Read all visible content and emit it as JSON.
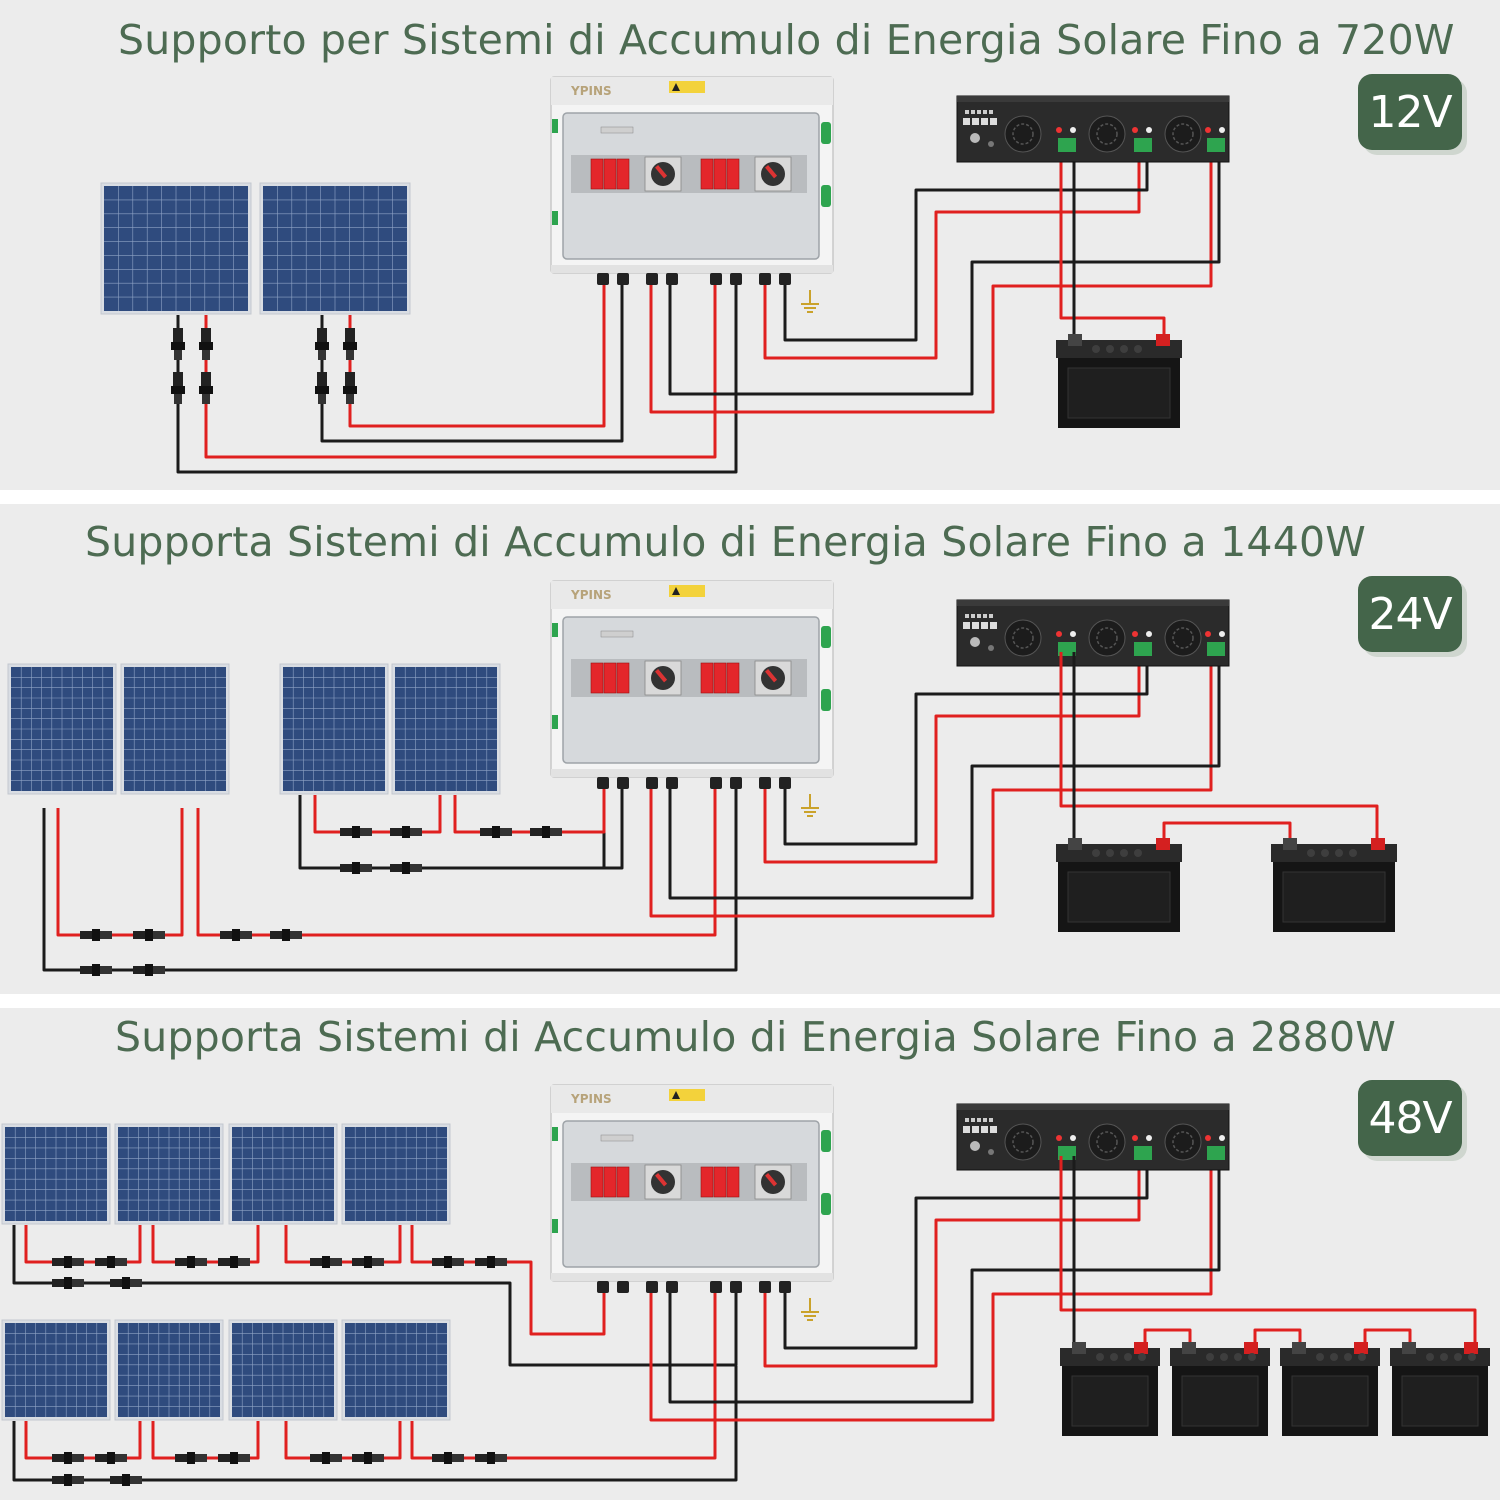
{
  "brand": "YPINS",
  "colors": {
    "background": "#ececec",
    "heading": "#4d6b52",
    "badge": "#44654a",
    "positive_wire": "#e0201f",
    "negative_wire": "#1b1b1b",
    "panel_cells": "#2f4b7e",
    "surge_protector": "#e3262b",
    "terminal_green": "#2ea44f"
  },
  "sections": [
    {
      "title": "Supporto per Sistemi di Accumulo di Energia Solare Fino a 720W",
      "voltage": "12V",
      "panels": 2,
      "batteries": 1
    },
    {
      "title": "Supporta Sistemi di Accumulo di Energia Solare Fino a 1440W",
      "voltage": "24V",
      "panels": 4,
      "batteries": 2
    },
    {
      "title": "Supporta Sistemi di Accumulo di Energia Solare Fino a 2880W",
      "voltage": "48V",
      "panels": 8,
      "batteries": 4
    }
  ],
  "icons": {
    "combiner_box": "combiner-box-icon",
    "inverter": "solar-inverter-icon",
    "battery": "battery-icon",
    "solar_panel": "solar-panel-icon",
    "ground": "ground-icon",
    "warning": "warning-icon"
  }
}
